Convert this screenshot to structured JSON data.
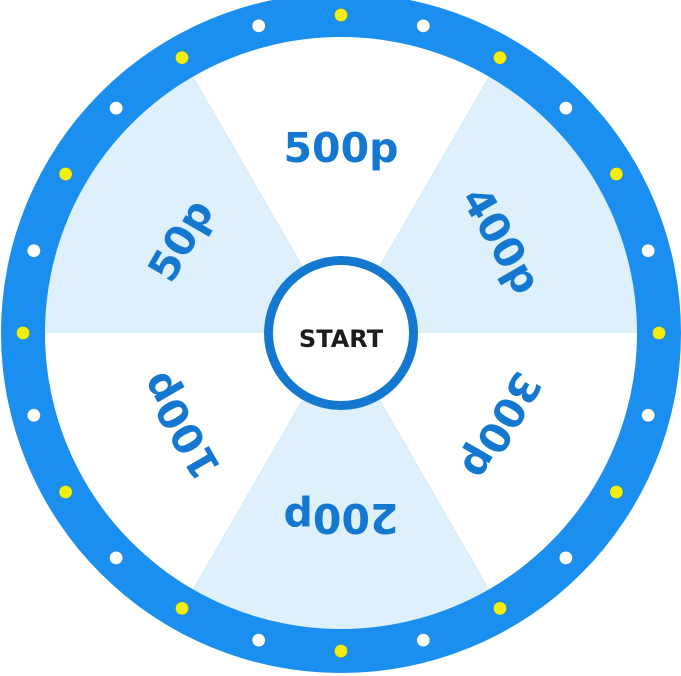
{
  "wheel": {
    "start_label": "START",
    "segments": [
      {
        "label": "500p",
        "fill": "#ffffff"
      },
      {
        "label": "400p",
        "fill": "#ddf0fc"
      },
      {
        "label": "300p",
        "fill": "#ffffff"
      },
      {
        "label": "200p",
        "fill": "#ddf0fc"
      },
      {
        "label": "100p",
        "fill": "#ffffff"
      },
      {
        "label": "50p",
        "fill": "#ddf0fc"
      }
    ],
    "colors": {
      "rim": "#1b8ff0",
      "label_text": "#1478d0",
      "hub_border": "#1478d0",
      "hub_fill": "#ffffff",
      "start_text": "#1c1c1c",
      "light_white": "#ffffff",
      "light_yellow": "#f2ee12"
    },
    "light_count": 24
  }
}
